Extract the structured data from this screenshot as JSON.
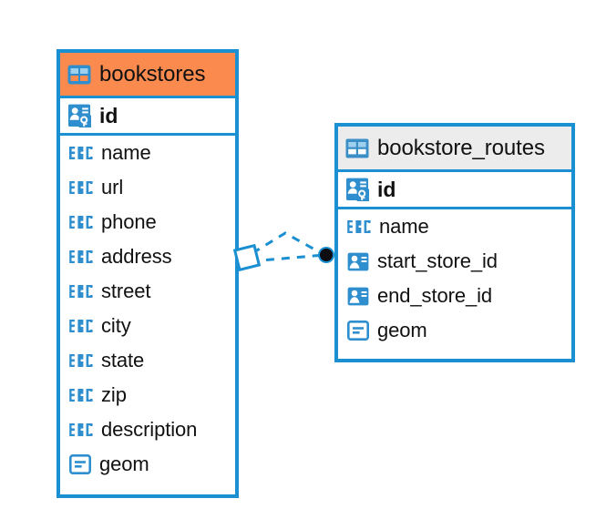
{
  "diagram": {
    "type": "entity-relationship-diagram",
    "colors": {
      "border": "#1a8fd1",
      "accent_header": "#fb8a4e",
      "plain_header": "#ececec",
      "icon_blue": "#2f8fce",
      "text": "#111111",
      "connector": "#1a8fd1",
      "connector_endpoint": "#0d0d12",
      "background": "#ffffff"
    },
    "entities": [
      {
        "id": "bookstores",
        "title": "bookstores",
        "header_style": "accent",
        "header_icon": "table-icon",
        "columns": [
          {
            "name": "id",
            "icon": "primary-key-icon",
            "type": "key"
          },
          {
            "name": "name",
            "icon": "abc-text-icon",
            "type": "text"
          },
          {
            "name": "url",
            "icon": "abc-text-icon",
            "type": "text"
          },
          {
            "name": "phone",
            "icon": "abc-text-icon",
            "type": "text"
          },
          {
            "name": "address",
            "icon": "abc-text-icon",
            "type": "text"
          },
          {
            "name": "street",
            "icon": "abc-text-icon",
            "type": "text"
          },
          {
            "name": "city",
            "icon": "abc-text-icon",
            "type": "text"
          },
          {
            "name": "state",
            "icon": "abc-text-icon",
            "type": "text"
          },
          {
            "name": "zip",
            "icon": "abc-text-icon",
            "type": "text"
          },
          {
            "name": "description",
            "icon": "abc-text-icon",
            "type": "text"
          },
          {
            "name": "geom",
            "icon": "geometry-icon",
            "type": "geometry"
          }
        ]
      },
      {
        "id": "bookstore_routes",
        "title": "bookstore_routes",
        "header_style": "plain",
        "header_icon": "table-icon",
        "columns": [
          {
            "name": "id",
            "icon": "primary-key-icon",
            "type": "key"
          },
          {
            "name": "name",
            "icon": "abc-text-icon",
            "type": "text"
          },
          {
            "name": "start_store_id",
            "icon": "foreign-key-icon",
            "type": "reference"
          },
          {
            "name": "end_store_id",
            "icon": "foreign-key-icon",
            "type": "reference"
          },
          {
            "name": "geom",
            "icon": "geometry-icon",
            "type": "geometry"
          }
        ]
      }
    ],
    "relationship": {
      "from": "bookstores",
      "to": "bookstore_routes",
      "line_style": "dashed",
      "source_marker": "diamond-outline",
      "target_marker": "filled-circle"
    }
  }
}
